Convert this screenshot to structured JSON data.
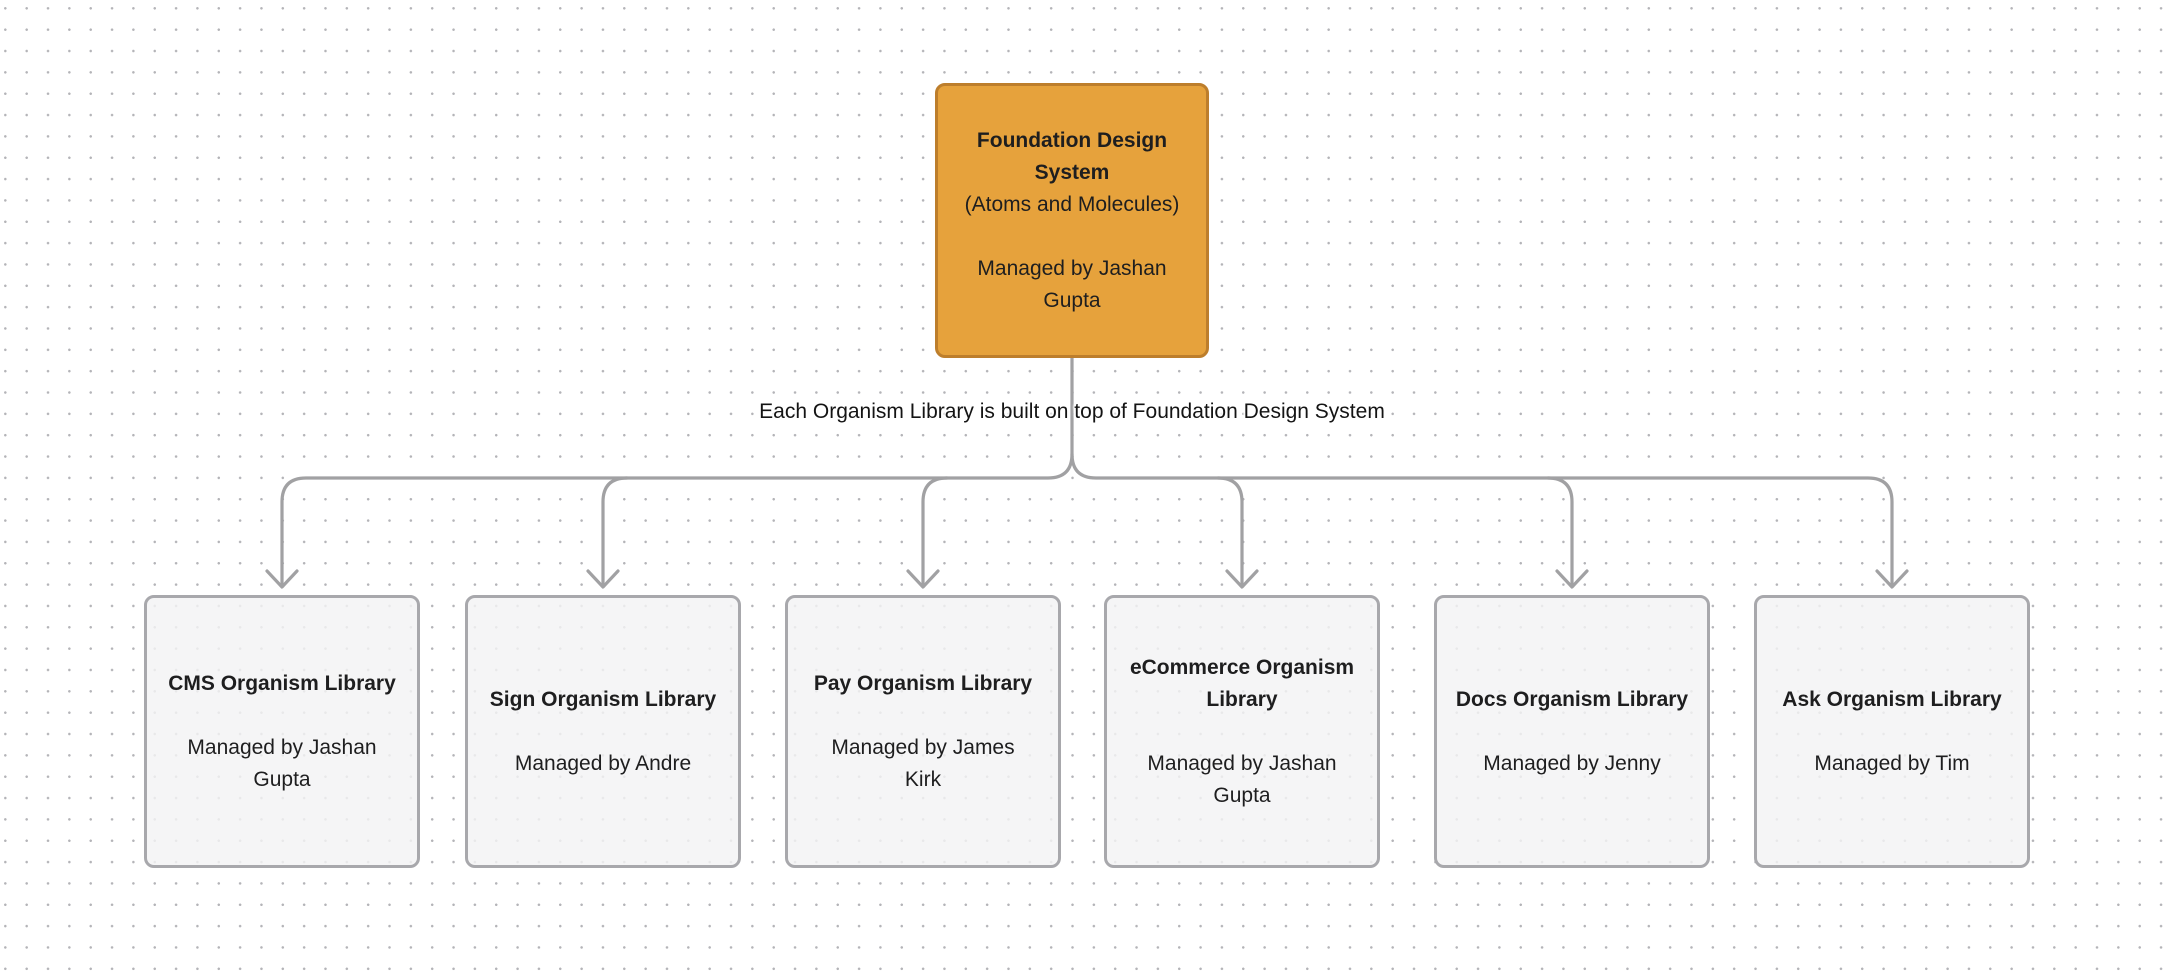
{
  "colors": {
    "accent_fill": "#e6a23c",
    "accent_border": "#bd7e2c",
    "node_fill": "#f3f3f4",
    "node_border": "#a8a8ac",
    "connector": "#a1a1a3",
    "text": "#1e1e1f"
  },
  "root_node": {
    "title": "Foundation Design\nSystem",
    "subtitle": "(Atoms and Molecules)",
    "manager": "Managed by Jashan\nGupta"
  },
  "annotation": "Each Organism Library is built on top of Foundation Design System",
  "nodes": [
    {
      "title": "CMS Organism Library",
      "manager": "Managed by Jashan\nGupta"
    },
    {
      "title": "Sign Organism Library",
      "manager": "Managed by Andre"
    },
    {
      "title": "Pay Organism Library",
      "manager": "Managed by James\nKirk"
    },
    {
      "title": "eCommerce Organism\nLibrary",
      "manager": "Managed by Jashan\nGupta"
    },
    {
      "title": "Docs Organism Library",
      "manager": "Managed by Jenny"
    },
    {
      "title": "Ask Organism Library",
      "manager": "Managed by Tim"
    }
  ]
}
